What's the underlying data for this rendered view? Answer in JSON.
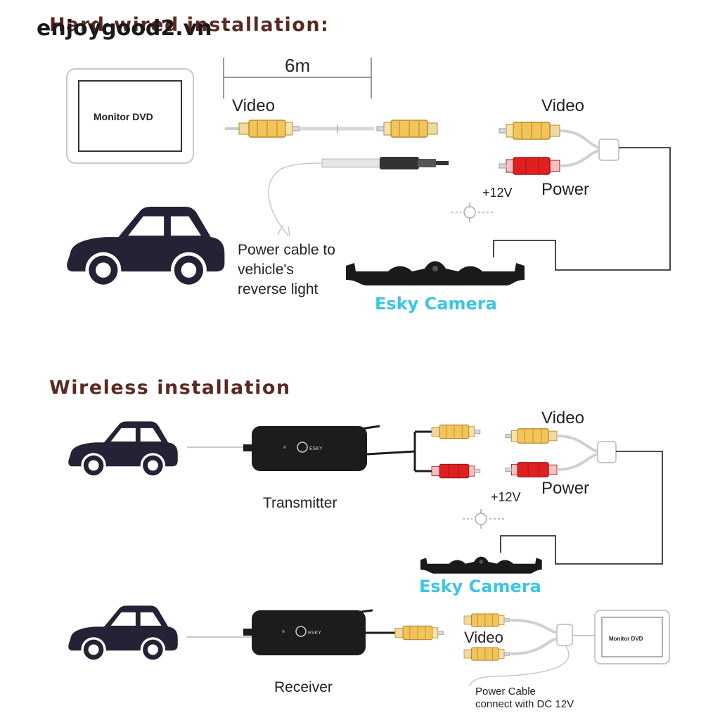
{
  "watermark": "enjoygood2.vn",
  "hardwired": {
    "title": "Hard-wired installation:",
    "distance": "6m",
    "monitor": "Monitor DVD",
    "video_left": "Video",
    "video_right": "Video",
    "power": "Power",
    "voltage": "+12V",
    "power_cable_lines": [
      "Power cable to",
      "vehicle's",
      "reverse light"
    ],
    "camera": "Esky Camera"
  },
  "wireless": {
    "title": "Wireless installation",
    "transmitter": "Transmitter",
    "video": "Video",
    "power": "Power",
    "voltage": "+12V",
    "camera": "Esky Camera",
    "receiver": "Receiver",
    "receiver_video": "Video",
    "monitor": "Monitor DVD",
    "power_cable_lines": [
      "Power Cable",
      "connect with DC 12V"
    ]
  },
  "colors": {
    "title": "#5a2a20",
    "camera_label": "#3cc6e4",
    "video_plug": "#f2c55a",
    "power_plug": "#e02020",
    "device": "#1c1c1c"
  }
}
